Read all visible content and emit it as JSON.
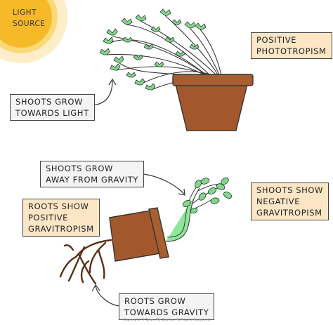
{
  "light_source": {
    "lines": [
      "LIGHT",
      "SOURCE"
    ]
  },
  "labels": {
    "positive_phototropism": [
      "POSITIVE",
      "PHOTOTROPISM"
    ],
    "shoots_grow_towards_light": [
      "SHOOTS GROW",
      "TOWARDS LIGHT"
    ],
    "shoots_grow_away_from_gravity": [
      "SHOOTS GROW",
      "AWAY FROM GRAVITY"
    ],
    "shoots_show_negative_gravitropism": [
      "SHOOTS SHOW",
      "NEGATIVE",
      "GRAVITROPISM"
    ],
    "roots_show_positive_gravitropism": [
      "ROOTS SHOW",
      "POSITIVE",
      "GRAVITROPISM"
    ],
    "roots_grow_towards_gravity": [
      "ROOTS GROW",
      "TOWARDS GRAVITY"
    ]
  },
  "footer": "Copyright © Save My Exams. All Rights Reserved",
  "colors": {
    "sun_outer": "#fdeec9",
    "sun_mid": "#fbd97a",
    "sun_core": "#f7b928",
    "pot": "#a2582c",
    "pot_rim": "#a85e2f",
    "leaf": "#7fd98a",
    "stem": "#8ee69a",
    "root": "#5a3015",
    "label_bg": "#f4f4f4",
    "label_peach": "#fde6c6"
  }
}
